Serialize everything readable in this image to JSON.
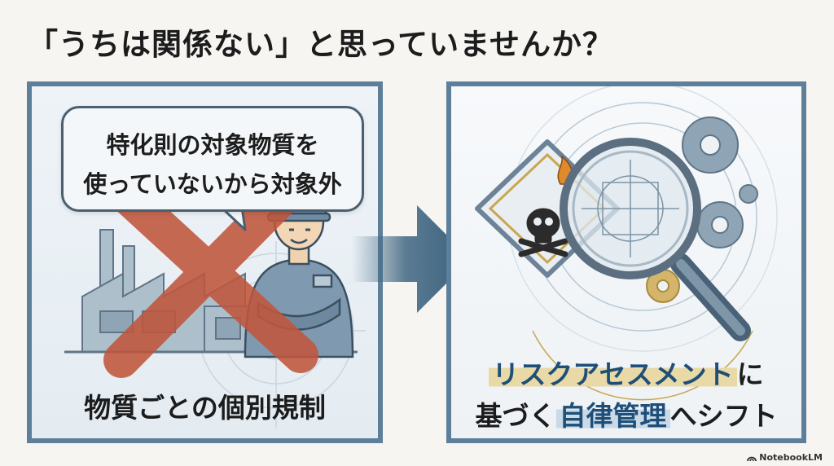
{
  "headline": "「うちは関係ない」と思っていませんか？",
  "left_panel": {
    "bubble_line1": "特化則の対象物質を",
    "bubble_line2": "使っていないから対象外",
    "caption": "物質ごとの個別規制"
  },
  "right_panel": {
    "caption_line1_highlight": "リスクアセスメント",
    "caption_line1_rest": "に",
    "caption_line2_pre": "基づく",
    "caption_line2_highlight": "自律管理",
    "caption_line2_post": "へシフト"
  },
  "watermark": "NotebookLM",
  "icons": [
    "factory-icon",
    "worker-icon",
    "cross-mark-icon",
    "arrow-right-icon",
    "hazard-diamond-icon",
    "skull-crossbones-icon",
    "flame-icon",
    "magnifying-glass-icon",
    "gear-icon"
  ],
  "colors": {
    "frame": "#5d7f99",
    "cross": "#c0563c",
    "arrow": "#3f6682",
    "gold": "#c9a650",
    "accent_text": "#1f4e79"
  }
}
